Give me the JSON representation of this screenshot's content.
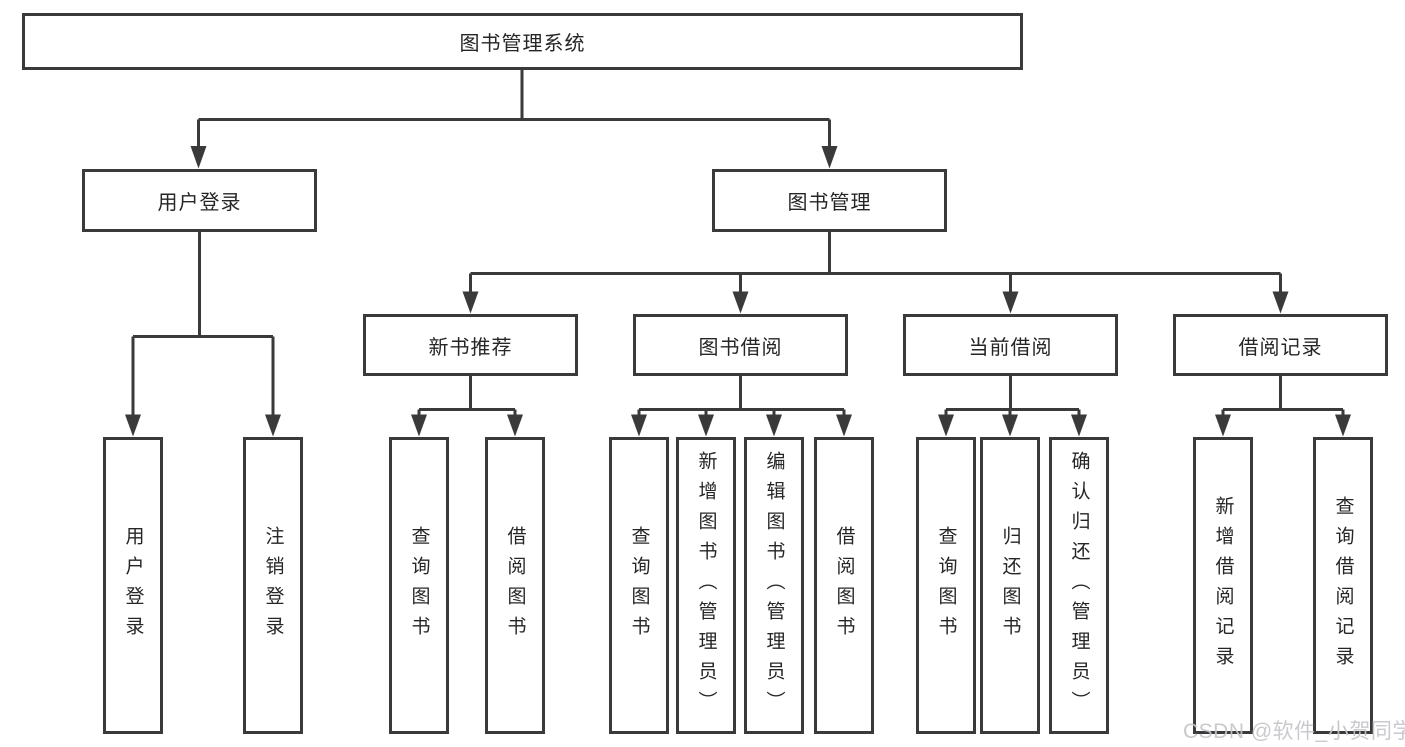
{
  "diagram": {
    "root": {
      "label": "图书管理系统"
    },
    "level2": [
      {
        "label": "用户登录"
      },
      {
        "label": "图书管理"
      }
    ],
    "level3": [
      {
        "label": "新书推荐"
      },
      {
        "label": "图书借阅"
      },
      {
        "label": "当前借阅"
      },
      {
        "label": "借阅记录"
      }
    ],
    "leaves": [
      {
        "label": "用户登录"
      },
      {
        "label": "注销登录"
      },
      {
        "label": "查询图书"
      },
      {
        "label": "借阅图书"
      },
      {
        "label": "查询图书"
      },
      {
        "label": "新增图书（管理员）"
      },
      {
        "label": "编辑图书（管理员）"
      },
      {
        "label": "借阅图书"
      },
      {
        "label": "查询图书"
      },
      {
        "label": "归还图书"
      },
      {
        "label": "确认归还（管理员）"
      },
      {
        "label": "新增借阅记录"
      },
      {
        "label": "查询借阅记录"
      }
    ]
  },
  "watermark": {
    "text": "CSDN @软件_小贺同学"
  },
  "colors": {
    "line": "#3a3a3a",
    "border": "#3a3a3a",
    "text": "#262626",
    "background": "#ffffff",
    "watermark": "#c5c5ca"
  }
}
